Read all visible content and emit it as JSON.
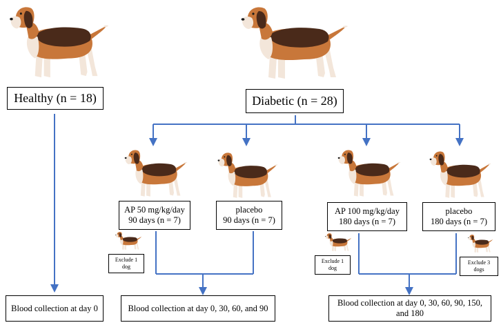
{
  "groups": {
    "healthy": "Healthy (n = 18)",
    "diabetic": "Diabetic (n = 28)"
  },
  "arms": {
    "ap50": "AP 50 mg/kg/day\n90 days (n = 7)",
    "placebo90": "placebo\n90 days (n = 7)",
    "ap100": "AP 100 mg/kg/day\n180 days (n = 7)",
    "placebo180": "placebo\n180 days (n = 7)"
  },
  "exclusions": {
    "ap50": "Exclude 1\ndog",
    "ap100": "Exclude 1\ndog",
    "placebo180": "Exclude 3\ndogs"
  },
  "collections": {
    "healthy": "Blood collection  at day 0",
    "arm90": "Blood collection  at day 0, 30, 60, and 90",
    "arm180": "Blood collection  at day 0, 30, 60, 90, 150,\nand 180"
  },
  "colors": {
    "arrow": "#4472c4",
    "dog_dark": "#4a2a1a",
    "dog_tan": "#c8773a",
    "dog_white": "#f3e6da"
  }
}
